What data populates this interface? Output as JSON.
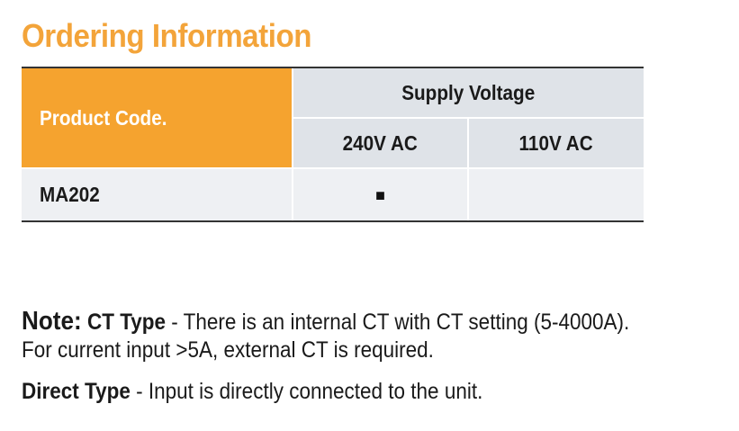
{
  "title": "Ordering Information",
  "table": {
    "product_header": "Product Code.",
    "supply_header": "Supply Voltage",
    "columns": [
      "240V AC",
      "110V AC"
    ],
    "rows": [
      {
        "code": "MA202",
        "v240": "■",
        "v110": ""
      }
    ]
  },
  "note": {
    "label": "Note:",
    "ct_type_label": "CT Type",
    "ct_type_text": " - There is an internal CT with CT setting (5-4000A).",
    "ct_type_text_2": "For current input >5A, external CT is required.",
    "direct_type_label": "Direct Type",
    "direct_type_text": " - Input is directly connected to the unit."
  }
}
